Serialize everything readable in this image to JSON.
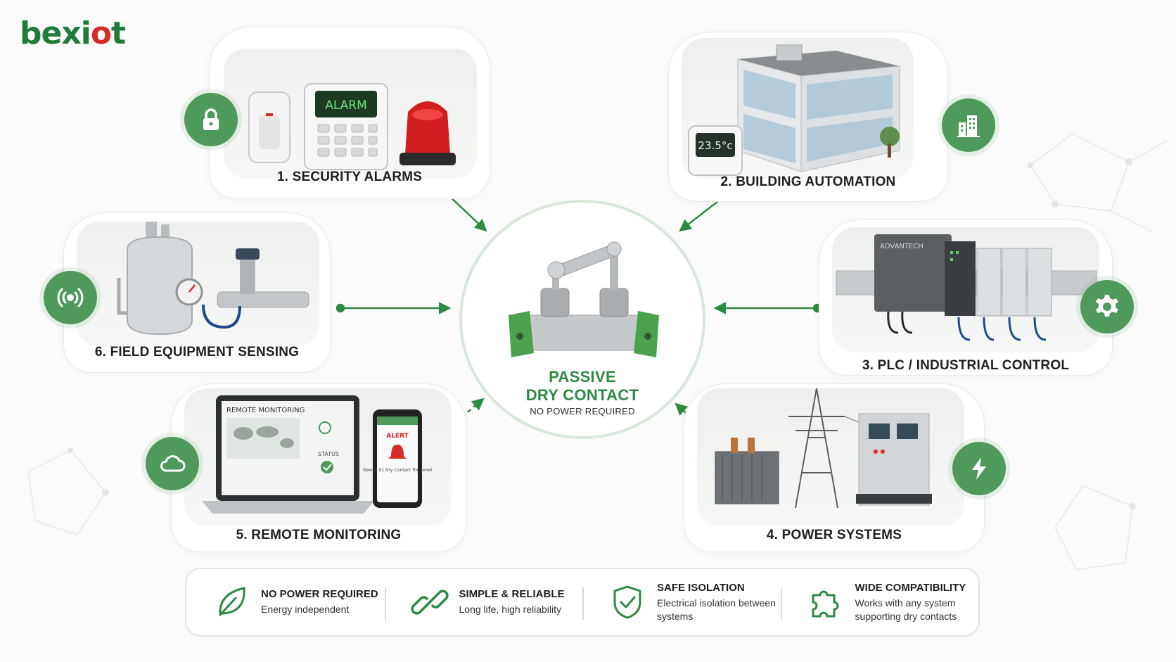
{
  "brand": {
    "name_main": "bexi",
    "name_dot": "o",
    "name_tail": "t",
    "color_green": "#1e7b3a",
    "color_red": "#d92a2a"
  },
  "accent_color": "#4f9a5b",
  "hub": {
    "title_line1": "PASSIVE",
    "title_line2": "DRY CONTACT",
    "subtitle": "NO POWER REQUIRED"
  },
  "applications": [
    {
      "label": "1. SECURITY ALARMS",
      "icon": "lock-icon",
      "screen_text": "ALARM"
    },
    {
      "label": "2. BUILDING AUTOMATION",
      "icon": "building-icon",
      "thermostat_reading": "23.5°c"
    },
    {
      "label": "3. PLC / INDUSTRIAL CONTROL",
      "icon": "gear-icon",
      "device_brand": "ADVANTECH"
    },
    {
      "label": "4. POWER SYSTEMS",
      "icon": "lightning-icon"
    },
    {
      "label": "5. REMOTE MONITORING",
      "icon": "cloud-icon",
      "dashboard_title": "REMOTE MONITORING",
      "status_label": "STATUS",
      "phone_alert": "ALERT",
      "phone_message": "Device 01 Dry Contact Triggered"
    },
    {
      "label": "6. FIELD EQUIPMENT SENSING",
      "icon": "wireless-icon"
    }
  ],
  "features": [
    {
      "title": "NO POWER REQUIRED",
      "desc": "Energy independent",
      "icon": "leaf-icon"
    },
    {
      "title": "SIMPLE & RELIABLE",
      "desc": "Long life, high reliability",
      "icon": "chain-link-icon"
    },
    {
      "title": "SAFE ISOLATION",
      "desc": "Electrical isolation between systems",
      "icon": "shield-check-icon"
    },
    {
      "title": "WIDE COMPATIBILITY",
      "desc": "Works with any system supporting dry contacts",
      "icon": "puzzle-icon"
    }
  ]
}
